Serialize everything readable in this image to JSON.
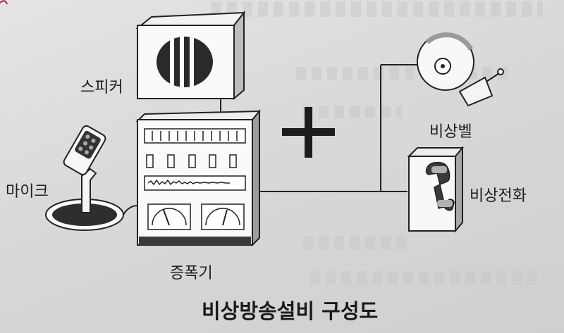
{
  "labels": {
    "speaker": "스피커",
    "microphone": "마이크",
    "amplifier": "증폭기",
    "emergency_bell": "비상벨",
    "emergency_phone": "비상전화"
  },
  "caption": "비상방송설비 구성도",
  "colors": {
    "paper": "#dcdcdc",
    "ink": "#1e1e1e",
    "bleed_through": "#b3b3b3",
    "accent_mark": "#b02040"
  }
}
